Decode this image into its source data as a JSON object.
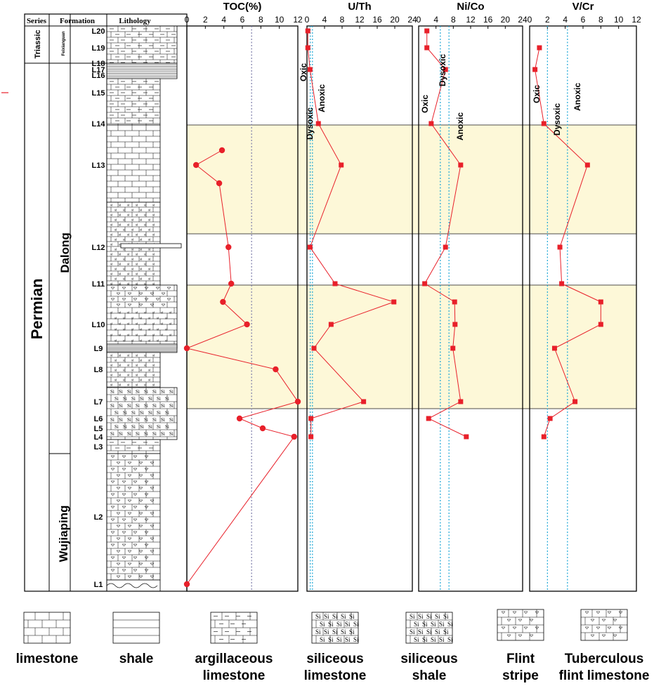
{
  "columns": {
    "series_header": "Series",
    "formation_header": "Formation",
    "lithology_header": "Lithology"
  },
  "stratigraphy": {
    "series": [
      "Triassic",
      "Permian"
    ],
    "formations": [
      "Feixianguan",
      "Dalong",
      "Wujiaping"
    ]
  },
  "layers": [
    "L20",
    "L19",
    "L18",
    "L17",
    "L16",
    "L15",
    "L14",
    "L13",
    "L12",
    "L11",
    "L10",
    "L9",
    "L8",
    "L7",
    "L6",
    "L5",
    "L4",
    "L3",
    "L2",
    "L1"
  ],
  "redox_labels": {
    "oxic": "Oxic",
    "dysoxic": "Dysoxic",
    "anoxic": "Anoxic"
  },
  "chart_data": [
    {
      "type": "line",
      "title": "TOC(%)",
      "xlim": [
        0,
        12
      ],
      "xticks": [
        0,
        2,
        4,
        6,
        8,
        10,
        12
      ],
      "reference_lines": [
        7
      ],
      "color": "#e8202a",
      "marker": "circle",
      "points": [
        {
          "layer": "L13 top",
          "value": 3.8
        },
        {
          "layer": "L13",
          "value": 1.0
        },
        {
          "layer": "L13 base",
          "value": 3.5
        },
        {
          "layer": "L12",
          "value": 4.5
        },
        {
          "layer": "L11",
          "value": 4.8
        },
        {
          "layer": "L10 top",
          "value": 3.9
        },
        {
          "layer": "L10",
          "value": 6.5
        },
        {
          "layer": "L9",
          "value": 0.0
        },
        {
          "layer": "L8",
          "value": 9.6
        },
        {
          "layer": "L7",
          "value": 12.0
        },
        {
          "layer": "L6",
          "value": 5.7
        },
        {
          "layer": "L5",
          "value": 8.2
        },
        {
          "layer": "L4",
          "value": 11.6
        },
        {
          "layer": "L1",
          "value": 0.0
        }
      ]
    },
    {
      "type": "line",
      "title": "U/Th",
      "xlim": [
        0,
        24
      ],
      "xticks": [
        0,
        4,
        8,
        12,
        16,
        20,
        24
      ],
      "reference_lines": [
        0.75,
        1.25
      ],
      "color": "#e8202a",
      "marker": "square",
      "points": [
        {
          "layer": "L20",
          "value": 0.2
        },
        {
          "layer": "L19",
          "value": 0.2
        },
        {
          "layer": "L17",
          "value": 0.7
        },
        {
          "layer": "L14",
          "value": 2.6
        },
        {
          "layer": "L13",
          "value": 7.8
        },
        {
          "layer": "L12",
          "value": 0.7
        },
        {
          "layer": "L11",
          "value": 6.4
        },
        {
          "layer": "L10 top",
          "value": 19.8
        },
        {
          "layer": "L10",
          "value": 5.5
        },
        {
          "layer": "L9",
          "value": 1.6
        },
        {
          "layer": "L7",
          "value": 12.9
        },
        {
          "layer": "L6",
          "value": 0.9
        },
        {
          "layer": "L4",
          "value": 0.9
        }
      ]
    },
    {
      "type": "line",
      "title": "Ni/Co",
      "xlim": [
        0,
        24
      ],
      "xticks": [
        0,
        4,
        8,
        12,
        16,
        20,
        24
      ],
      "reference_lines": [
        5,
        7
      ],
      "color": "#e8202a",
      "marker": "square",
      "points": [
        {
          "layer": "L20",
          "value": 1.9
        },
        {
          "layer": "L19",
          "value": 1.9
        },
        {
          "layer": "L17",
          "value": 6.2
        },
        {
          "layer": "L14",
          "value": 2.9
        },
        {
          "layer": "L13",
          "value": 9.7
        },
        {
          "layer": "L12",
          "value": 6.2
        },
        {
          "layer": "L11",
          "value": 1.4
        },
        {
          "layer": "L10 top",
          "value": 8.3
        },
        {
          "layer": "L10",
          "value": 8.4
        },
        {
          "layer": "L9",
          "value": 7.9
        },
        {
          "layer": "L7",
          "value": 9.7
        },
        {
          "layer": "L6",
          "value": 2.3
        },
        {
          "layer": "L4",
          "value": 11.0
        }
      ]
    },
    {
      "type": "line",
      "title": "V/Cr",
      "xlim": [
        0,
        12
      ],
      "xticks": [
        0,
        2,
        4,
        6,
        8,
        10,
        12
      ],
      "reference_lines": [
        2,
        4.25
      ],
      "color": "#e8202a",
      "marker": "square",
      "points": [
        {
          "layer": "L19",
          "value": 1.1
        },
        {
          "layer": "L17",
          "value": 0.6
        },
        {
          "layer": "L14",
          "value": 1.6
        },
        {
          "layer": "L13",
          "value": 6.5
        },
        {
          "layer": "L12",
          "value": 3.4
        },
        {
          "layer": "L11",
          "value": 3.6
        },
        {
          "layer": "L10 top",
          "value": 8.0
        },
        {
          "layer": "L10",
          "value": 8.0
        },
        {
          "layer": "L9",
          "value": 2.8
        },
        {
          "layer": "L7",
          "value": 5.1
        },
        {
          "layer": "L6",
          "value": 2.3
        },
        {
          "layer": "L4",
          "value": 1.6
        }
      ]
    }
  ],
  "legend": [
    {
      "key": "limestone",
      "label": "limestone"
    },
    {
      "key": "shale",
      "label": "shale"
    },
    {
      "key": "argillaceous",
      "label": "argillaceous\nlimestone"
    },
    {
      "key": "siliceous_ls",
      "label": "siliceous\nlimestone"
    },
    {
      "key": "siliceous_sh",
      "label": "siliceous\nshale"
    },
    {
      "key": "flint",
      "label": "Flint\nstripe"
    },
    {
      "key": "tuberculous",
      "label": "Tuberculous\nflint limestone"
    }
  ],
  "pattern_marks": {
    "si": "si",
    "Si": "Si"
  },
  "colors": {
    "highlight": "#fdf8d8",
    "data": "#e8202a",
    "reference": "#1aa6d6"
  }
}
